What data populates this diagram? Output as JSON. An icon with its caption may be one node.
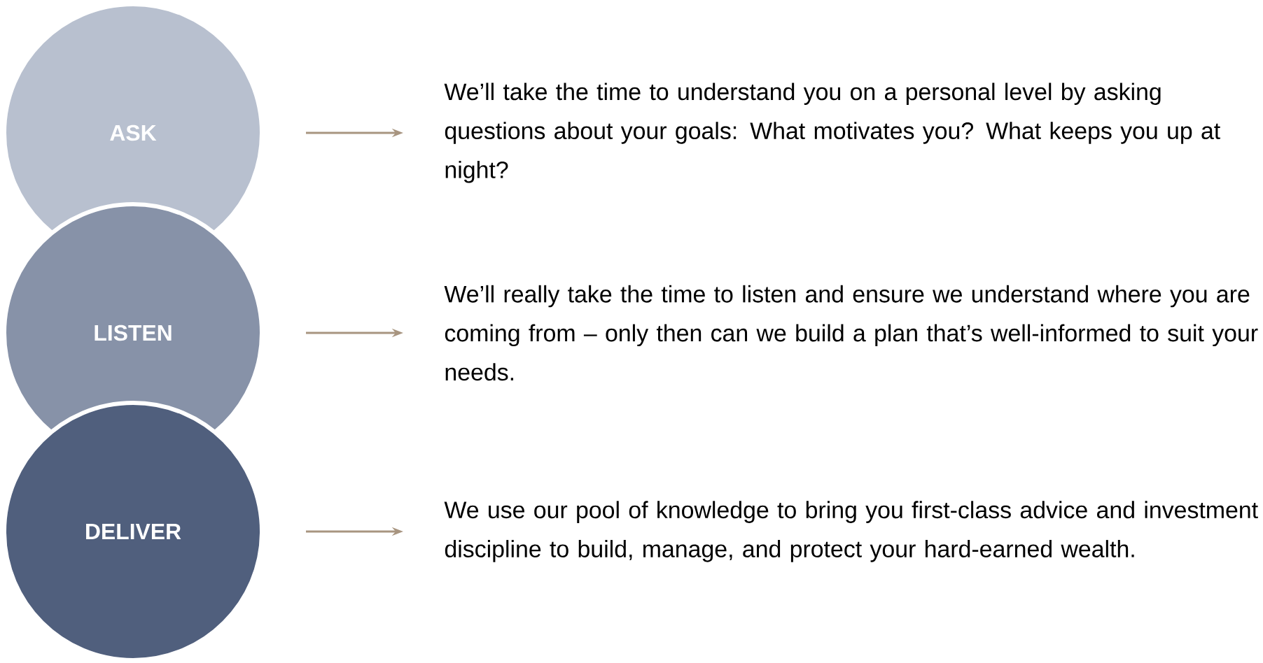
{
  "diagram": {
    "nodes": [
      {
        "text": [
          "ASK"
        ]
      },
      {
        "text": [
          "LISTEN"
        ]
      },
      {
        "text": [
          "DELIVER"
        ]
      },
      {
        "text": [
          "We’ll take the time to understand you on a personal level by asking questions about your goals: What motivates you? What keeps you up at night?"
        ]
      },
      {
        "text": [
          "We’ll really take the time to listen and ensure we understand where you are coming from – only then can we build a plan that’s well-informed to suit your needs."
        ]
      },
      {
        "text": [
          "We use our pool of knowledge to bring you first-class advice and investment discipline to build, manage, and protect your hard-earned wealth."
        ]
      }
    ],
    "edges": [
      {
        "from": 0,
        "to": 3,
        "arrow": "to"
      },
      {
        "from": 1,
        "to": 4,
        "arrow": "to"
      },
      {
        "from": 2,
        "to": 5,
        "arrow": "to"
      }
    ]
  }
}
